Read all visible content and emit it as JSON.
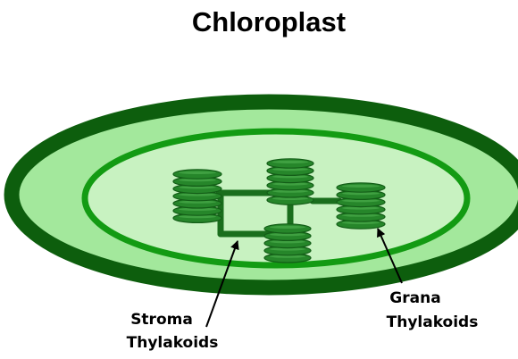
{
  "diagram": {
    "title": "Chloroplast",
    "labels": {
      "stroma_line1": "Stroma",
      "stroma_line2": "Thylakoids",
      "grana_line1": "Grana",
      "grana_line2": "Thylakoids"
    }
  },
  "colors": {
    "outer_membrane": "#0d5e0d",
    "intermembrane_fill": "#a3e89c",
    "inner_membrane": "#139b13",
    "stroma_fill": "#c8f2c1",
    "thylakoid_fill": "#26862a",
    "thylakoid_edge": "#135d17",
    "thylakoid_highlight": "#48a84a",
    "lamella": "#1a6e1d",
    "text": "#000000"
  }
}
